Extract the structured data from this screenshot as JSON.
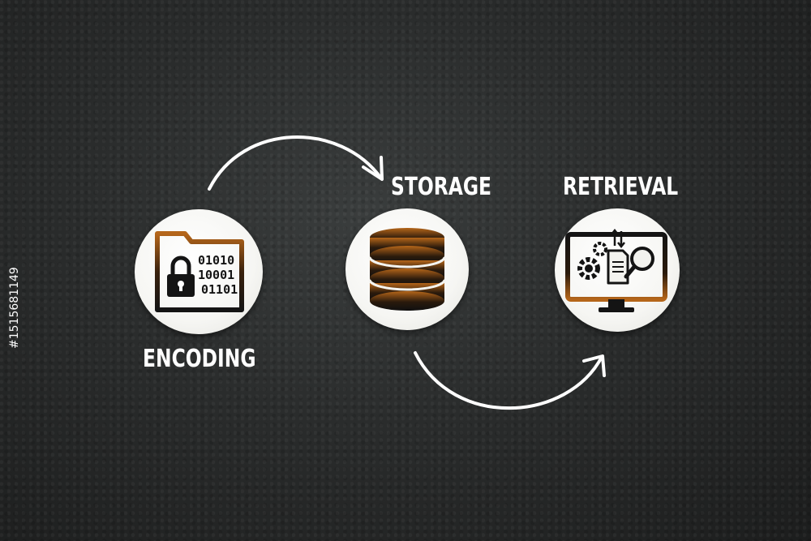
{
  "stages": [
    {
      "label": "ENCODING",
      "icon": "encrypted-folder-icon",
      "binary_lines": [
        "01010",
        "10001",
        "01101"
      ]
    },
    {
      "label": "STORAGE",
      "icon": "database-icon"
    },
    {
      "label": "RETRIEVAL",
      "icon": "monitor-search-icon"
    }
  ],
  "watermark": "#1515681149",
  "colors": {
    "icon_dark": "#141414",
    "icon_accent": "#b5661a",
    "arrow": "#ffffff"
  }
}
